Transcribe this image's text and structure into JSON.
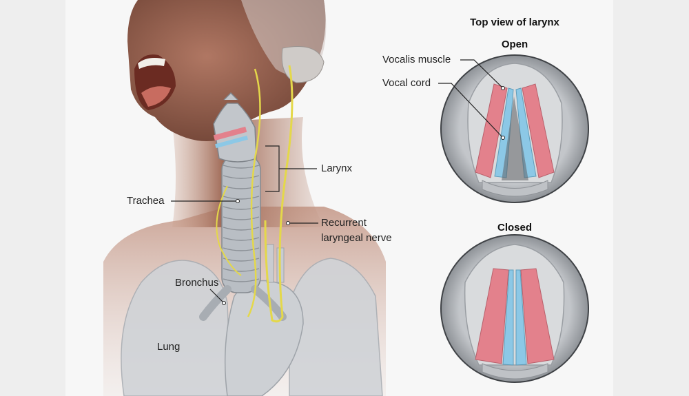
{
  "labels": {
    "larynx": "Larynx",
    "trachea": "Trachea",
    "recurrent_line1": "Recurrent",
    "recurrent_line2": "laryngeal nerve",
    "bronchus": "Bronchus",
    "lung": "Lung",
    "vocalis_muscle": "Vocalis muscle",
    "vocal_cord": "Vocal cord"
  },
  "top_view": {
    "title": "Top view of larynx",
    "open": "Open",
    "closed": "Closed"
  },
  "colors": {
    "skin": "#a56b55",
    "skin_dark": "#7a4b3c",
    "nerve": "#e4d84a",
    "muscle": "#e3818c",
    "cord": "#8cc8e6",
    "cartilage": "#b9bec4",
    "lung": "#c9cdd2"
  }
}
